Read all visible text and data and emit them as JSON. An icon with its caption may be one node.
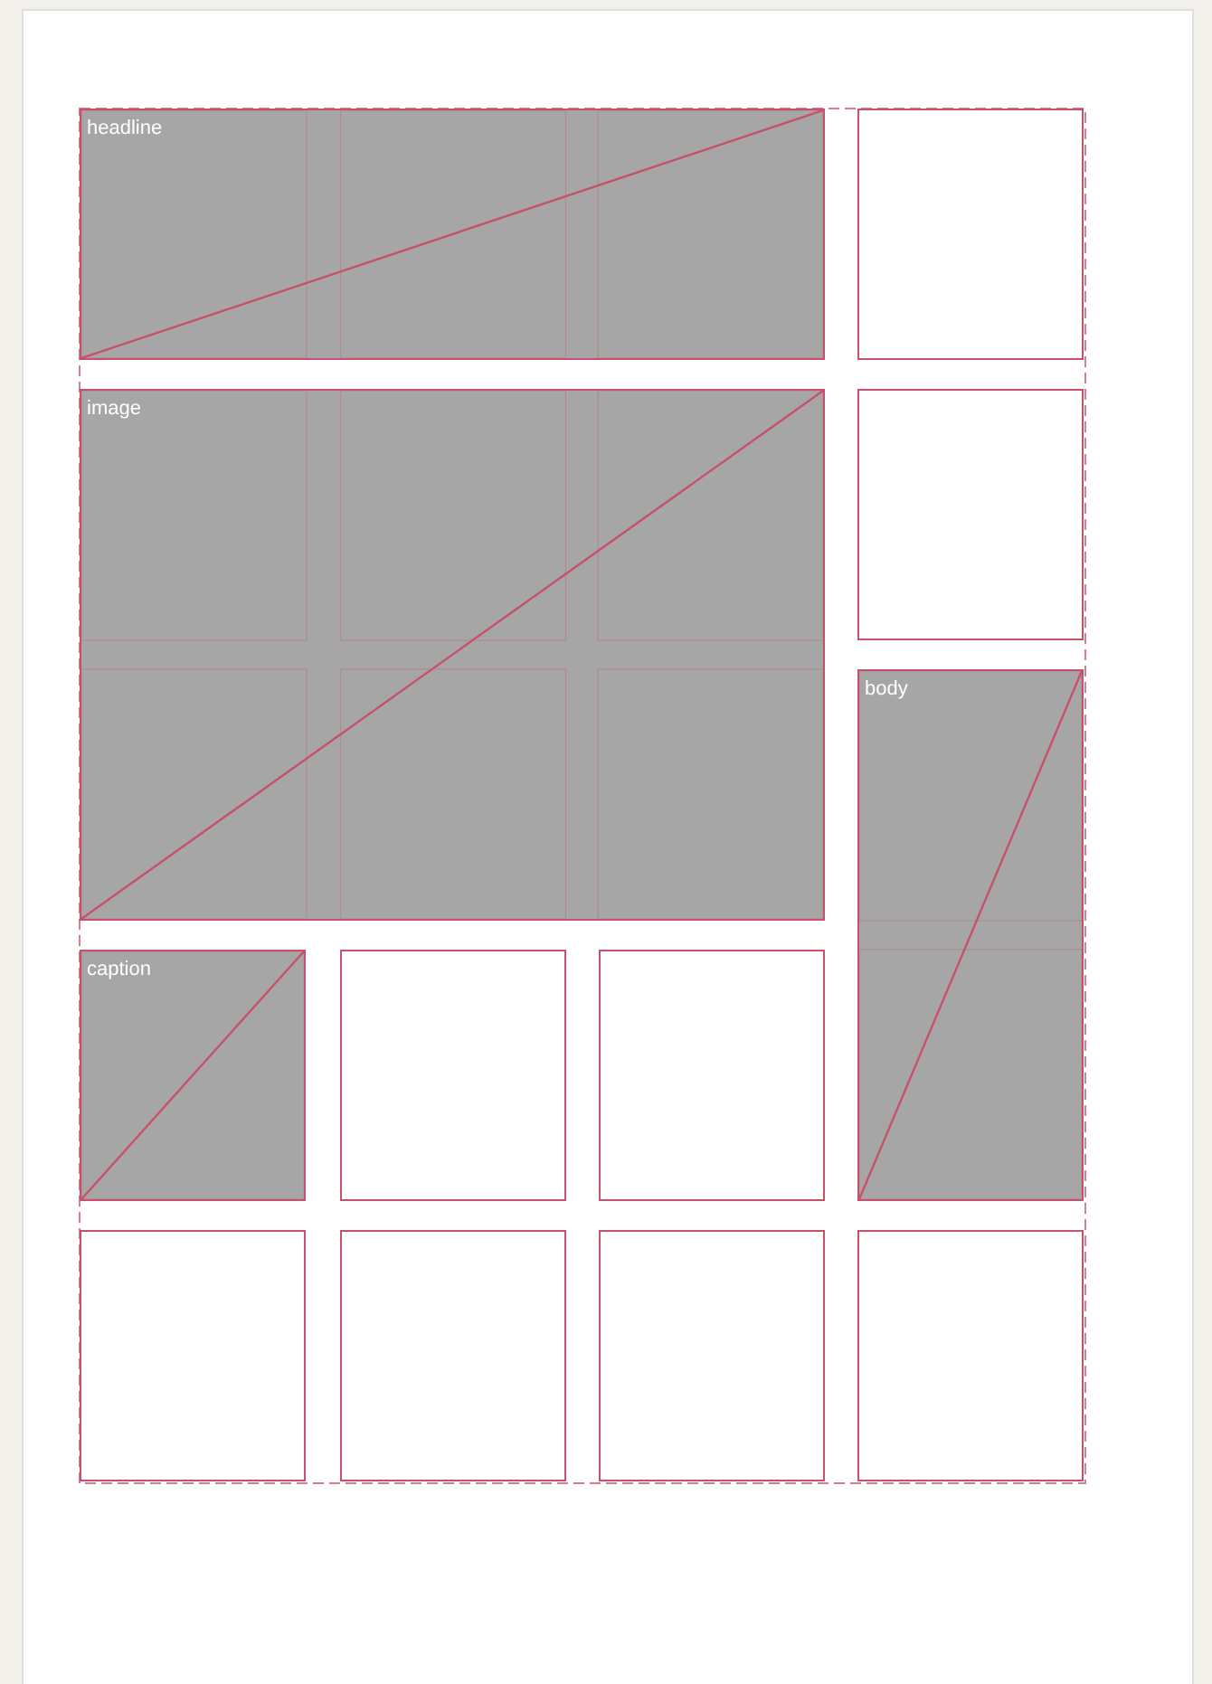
{
  "diagram": {
    "nodes": [
      {
        "text": [
          "headline"
        ]
      },
      {
        "text": [],
        "shape": "box"
      },
      {
        "text": [
          "image"
        ]
      },
      {
        "text": [],
        "shape": "box"
      },
      {
        "text": [
          "body"
        ]
      },
      {
        "text": [
          "caption"
        ]
      },
      {
        "text": [],
        "shape": "box"
      },
      {
        "text": [],
        "shape": "box"
      },
      {
        "text": [],
        "shape": "box"
      },
      {
        "text": [],
        "shape": "box"
      },
      {
        "text": [],
        "shape": "box"
      },
      {
        "text": [],
        "shape": "box"
      }
    ]
  }
}
